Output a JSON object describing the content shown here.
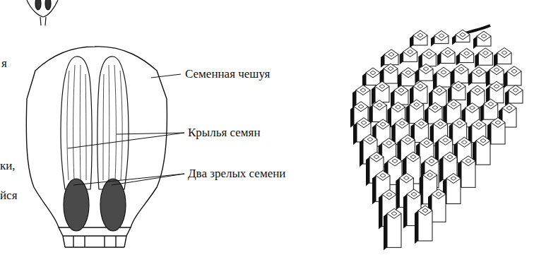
{
  "diagram": {
    "labels": [
      "я",
      "Семенная чешуя",
      "Крылья семян",
      "ки,",
      "Два зрелых семени",
      "йся"
    ]
  }
}
